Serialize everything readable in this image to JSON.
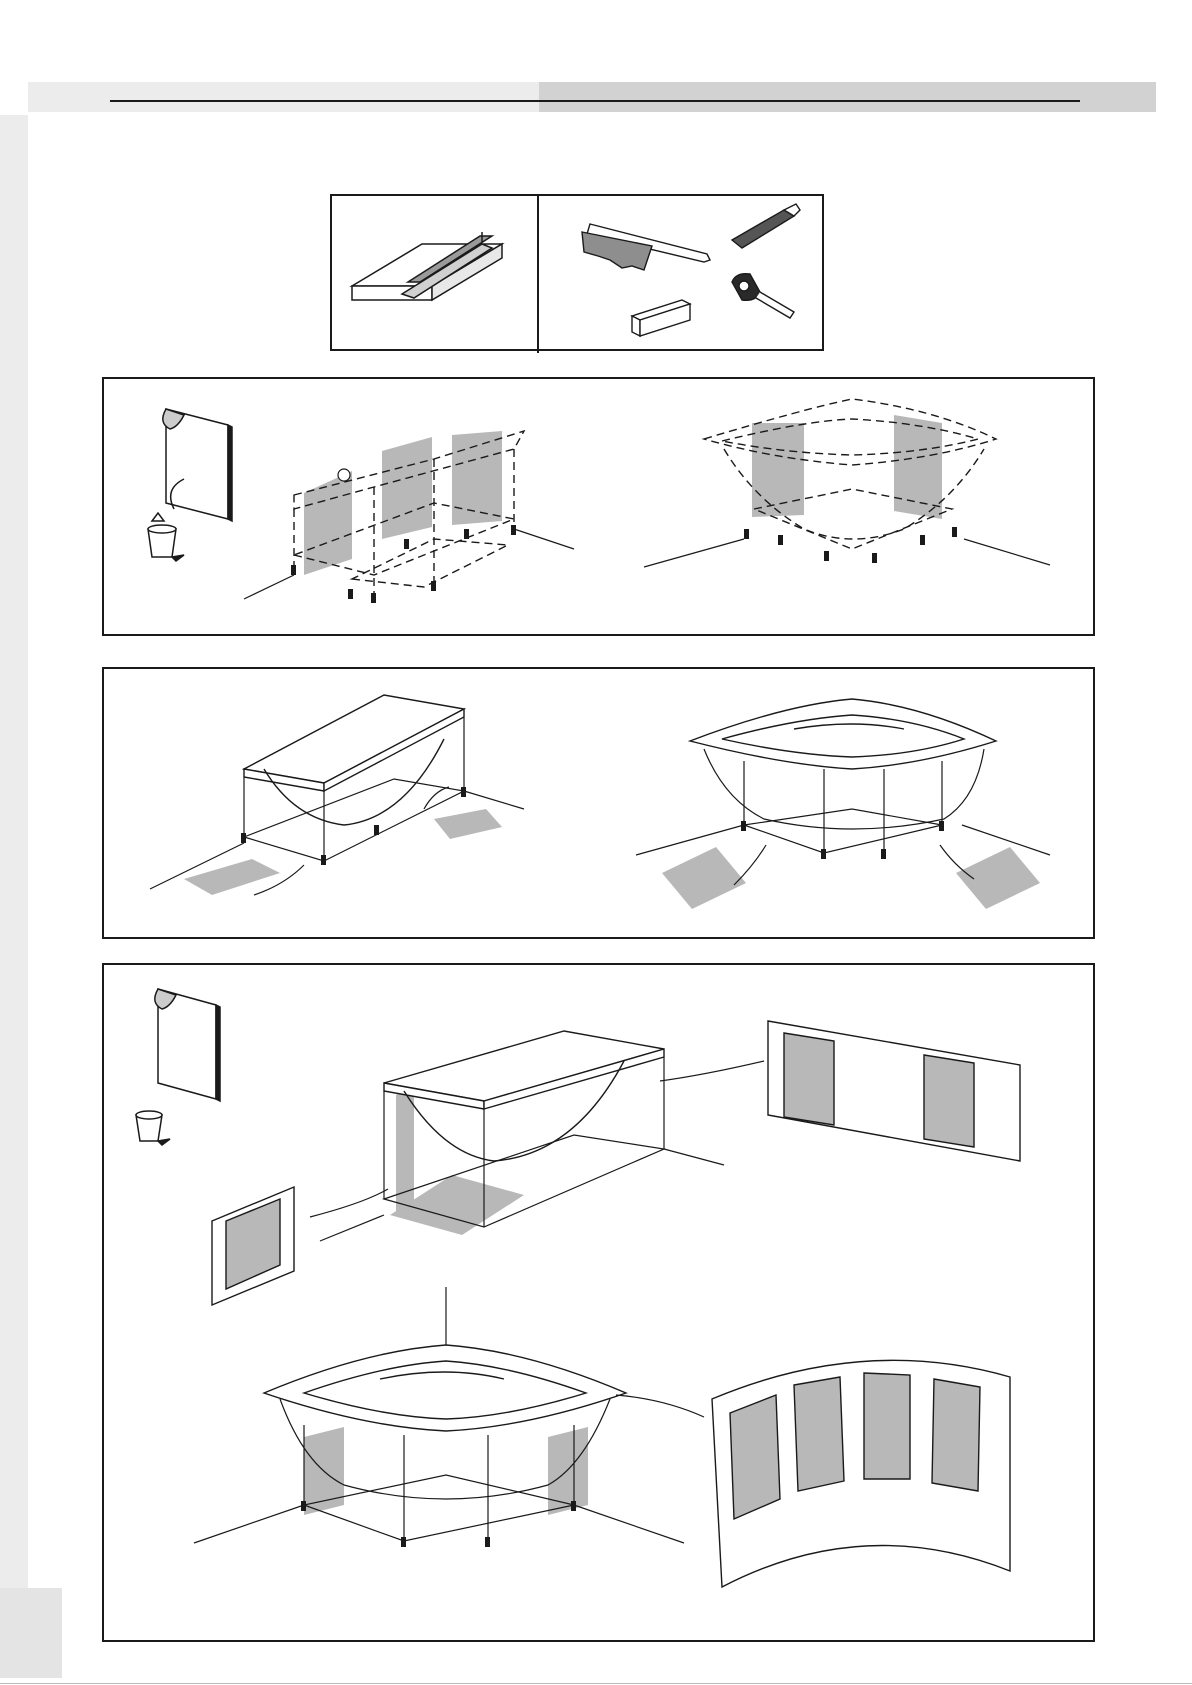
{
  "page": {
    "title": "",
    "colors": {
      "ink": "#1a1a1a",
      "shade": "#b8b8b8",
      "header_light": "#ececec",
      "header_dark": "#d2d2d2"
    }
  },
  "illustrations": {
    "tools": [
      "sealing-profile-icon",
      "brush-icon",
      "utility-knife-icon",
      "wood-block-icon",
      "tape-measure-icon"
    ],
    "step1": [
      "protective-film-icon",
      "waste-bin-icon",
      "rectangular-bath-frame",
      "corner-bath-frame"
    ],
    "step2": [
      "rectangular-bath-placement",
      "corner-bath-placement"
    ],
    "step3": [
      "protective-film-icon",
      "waste-bin-icon",
      "rectangular-bath-panels",
      "corner-bath-curved-panel"
    ]
  }
}
